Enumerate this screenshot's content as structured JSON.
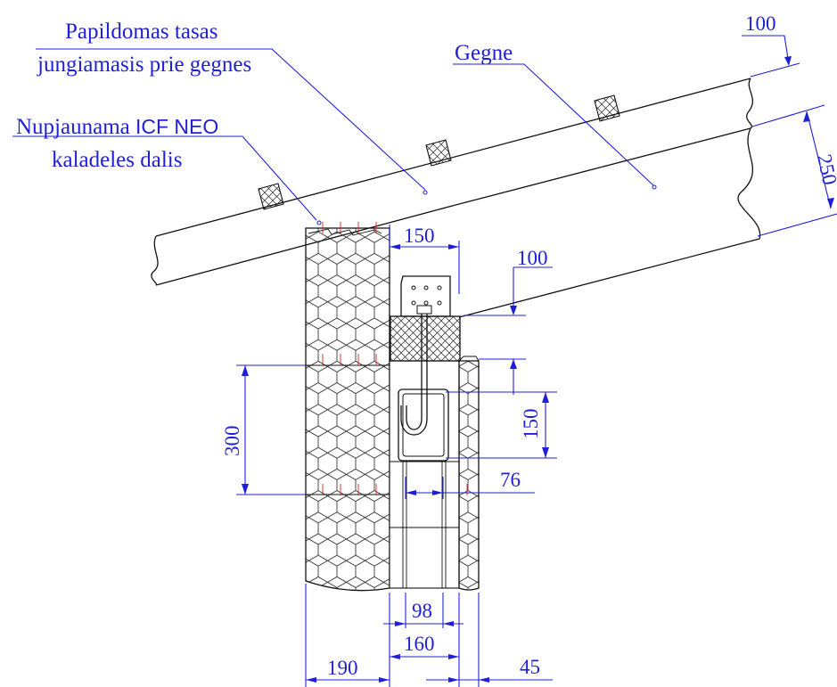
{
  "labels": {
    "additional_beam_line1": "Papildomas tasas",
    "additional_beam_line2": "jungiamasis prie gegnes",
    "rafter": "Gegne",
    "cut_block_line1_a": "Nupjaunama ",
    "cut_block_line1_b": "ICF NEO",
    "cut_block_line2": "kaladeles dalis"
  },
  "dimensions": {
    "top_thickness": "100",
    "rafter_height": "250",
    "plate_width": "150",
    "plate_offset": "100",
    "block_height": "300",
    "bond_beam_height": "150",
    "bond_beam_width": "76",
    "core_width": "98",
    "concrete_width": "160",
    "insulation_width": "190",
    "outer_width": "45"
  },
  "colors": {
    "annotation": "#1f1fd8",
    "linework": "#111111",
    "cut_marks": "#e02020"
  }
}
